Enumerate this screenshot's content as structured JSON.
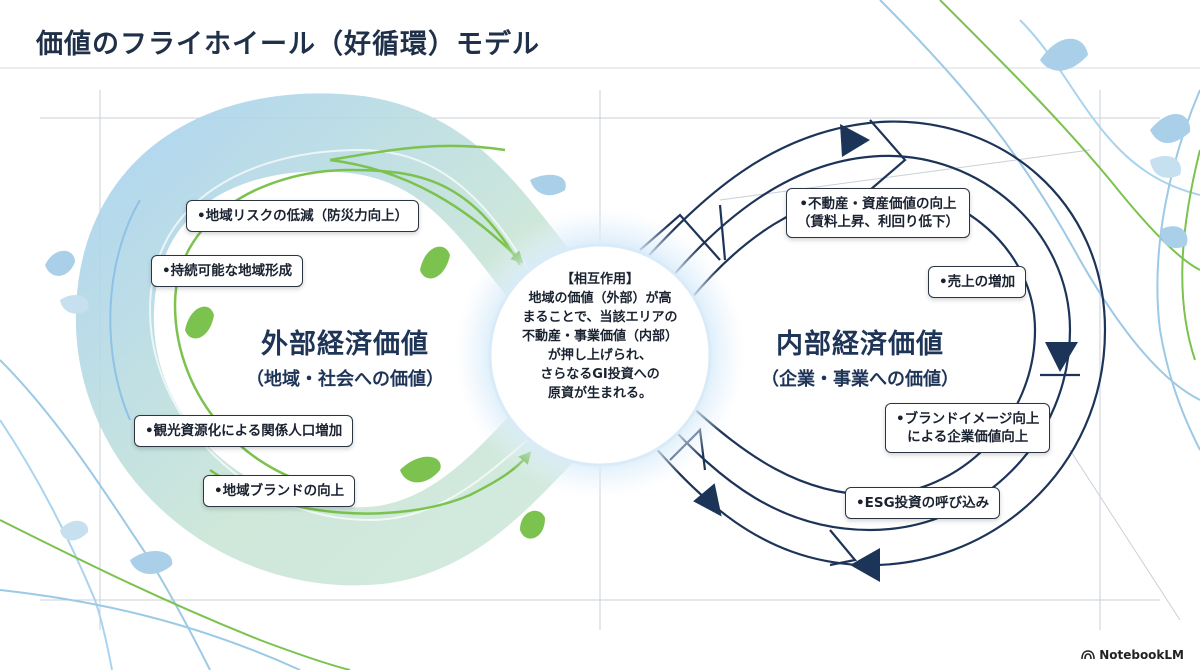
{
  "title": "価値のフライホイール（好循環）モデル",
  "external": {
    "heading": "外部経済価値",
    "subheading": "（地域・社会への価値）",
    "items": [
      "•地域リスクの低減（防災力向上）",
      "•持続可能な地域形成",
      "•観光資源化による関係人口増加",
      "•地域ブランドの向上"
    ]
  },
  "internal": {
    "heading": "内部経済価値",
    "subheading": "（企業・事業への価値）",
    "items": [
      {
        "line1": "•不動産・資産価値の向上",
        "line2": "（賃料上昇、利回り低下）"
      },
      {
        "line1": "•売上の増加",
        "line2": ""
      },
      {
        "line1": "•ブランドイメージ向上",
        "line2": "による企業価値向上"
      },
      {
        "line1": "•ESG投資の呼び込み",
        "line2": ""
      }
    ]
  },
  "center": {
    "lines": [
      "【相互作用】",
      "地域の価値（外部）が高",
      "まることで、当該エリアの",
      "不動産・事業価値（内部）",
      "が押し上げられ、",
      "さらなるGI投資への",
      "原資が生まれる。"
    ]
  },
  "brand": "NotebookLM",
  "colors": {
    "external_blue": "#a9d3ee",
    "external_green": "#7cc24f",
    "internal_navy": "#1d3459",
    "title": "#1f3048"
  }
}
